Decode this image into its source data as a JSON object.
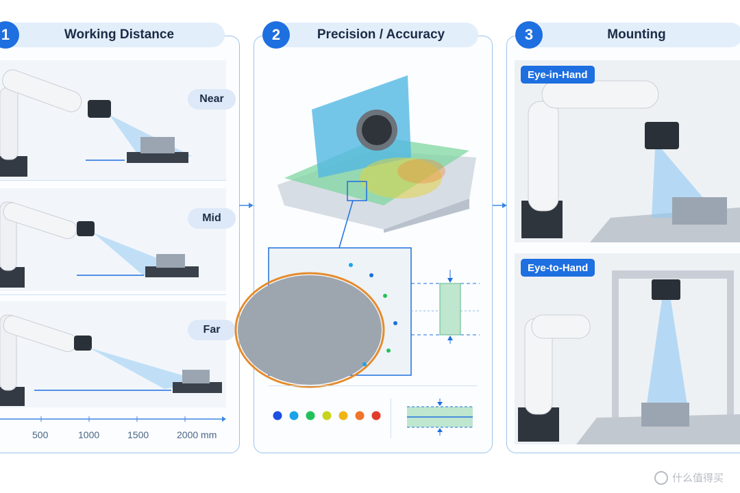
{
  "panels": [
    {
      "number": "1",
      "title": "Working Distance"
    },
    {
      "number": "2",
      "title": "Precision / Accuracy"
    },
    {
      "number": "3",
      "title": "Mounting"
    }
  ],
  "distance_levels": [
    "Near",
    "Mid",
    "Far"
  ],
  "distance_axis": {
    "ticks": [
      "500",
      "1000",
      "1500",
      "2000 mm"
    ]
  },
  "precision_legend_colors": [
    "#1d4fe0",
    "#1aa3e8",
    "#22c25a",
    "#c8d41c",
    "#f0b414",
    "#f0742a",
    "#e23b2a"
  ],
  "mounting": {
    "eye_in_hand": "Eye-in-Hand",
    "eye_to_hand": "Eye-to-Hand"
  },
  "watermark": "什么值得买",
  "colors": {
    "accent": "#1e6fe0",
    "panel_border": "#9cc3ea",
    "header_bg": "#e3eefb"
  }
}
